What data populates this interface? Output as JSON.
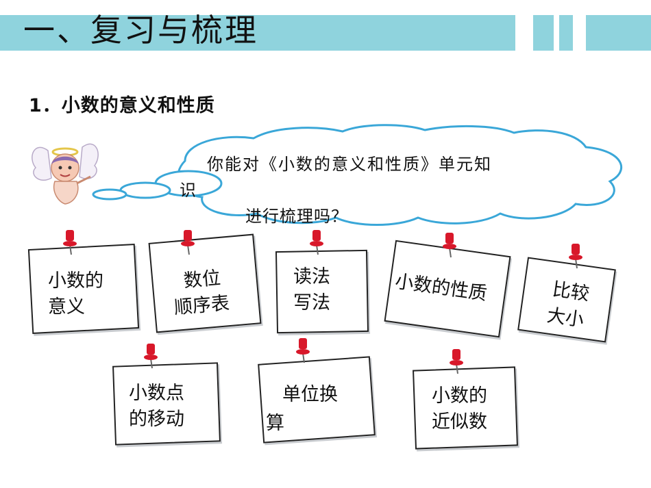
{
  "slide": {
    "title": "一、复习与梳理",
    "subtitle": "1．小数的意义和性质",
    "bubble": {
      "line1": "你能对《小数的意义和性质》单元知",
      "line1_wrap": "识",
      "line2": "进行梳理吗？"
    },
    "notes": [
      {
        "line1": "小数的",
        "line2": "意义"
      },
      {
        "line1": "数位",
        "line2": "顺序表"
      },
      {
        "line1": "读法",
        "line2": "写法"
      },
      {
        "line1": "小数的性质",
        "line2": ""
      },
      {
        "line1": "比较",
        "line2": "大小"
      },
      {
        "line1": "小数点",
        "line2": "的移动"
      },
      {
        "line1": "单位换",
        "line2": "算"
      },
      {
        "line1": "小数的",
        "line2": "近似数"
      }
    ]
  },
  "colors": {
    "title_bar": "#8fd3dd",
    "cloud_stroke": "#3aa7d8",
    "pin": "#d8182a"
  },
  "icons": [
    "angel-illustration-icon",
    "pushpin-icon",
    "thought-cloud-icon"
  ]
}
